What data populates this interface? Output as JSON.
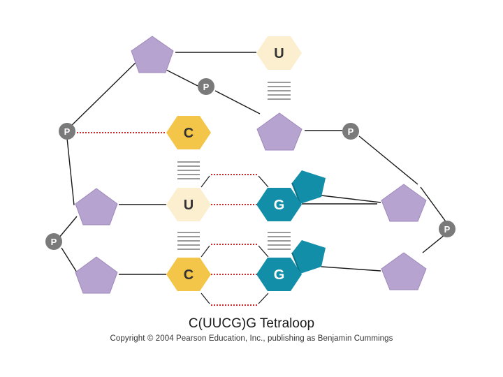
{
  "title": "C(UUCG)G Tetraloop",
  "copyright": "Copyright © 2004 Pearson Education, Inc., publishing as Benjamin Cummings",
  "colors": {
    "sugar": "#b7a3cf",
    "sugar_stroke": "#9e88bb",
    "cytosine": "#f3c64a",
    "uracil": "#fbefcf",
    "guanine": "#128ea8",
    "phosphate": "#7a7a7a",
    "backbone": "#1a1a1a",
    "hbond": "#cc2a2a",
    "stacking": "#9a9a9a"
  },
  "bases": {
    "u_top": "U",
    "c_upper": "C",
    "u_middle": "U",
    "c_lower": "C",
    "g_upper": "G",
    "g_lower": "G"
  },
  "phosphates": {
    "p1": "P",
    "p2": "P",
    "p3": "P",
    "p4": "P",
    "p5": "P"
  }
}
